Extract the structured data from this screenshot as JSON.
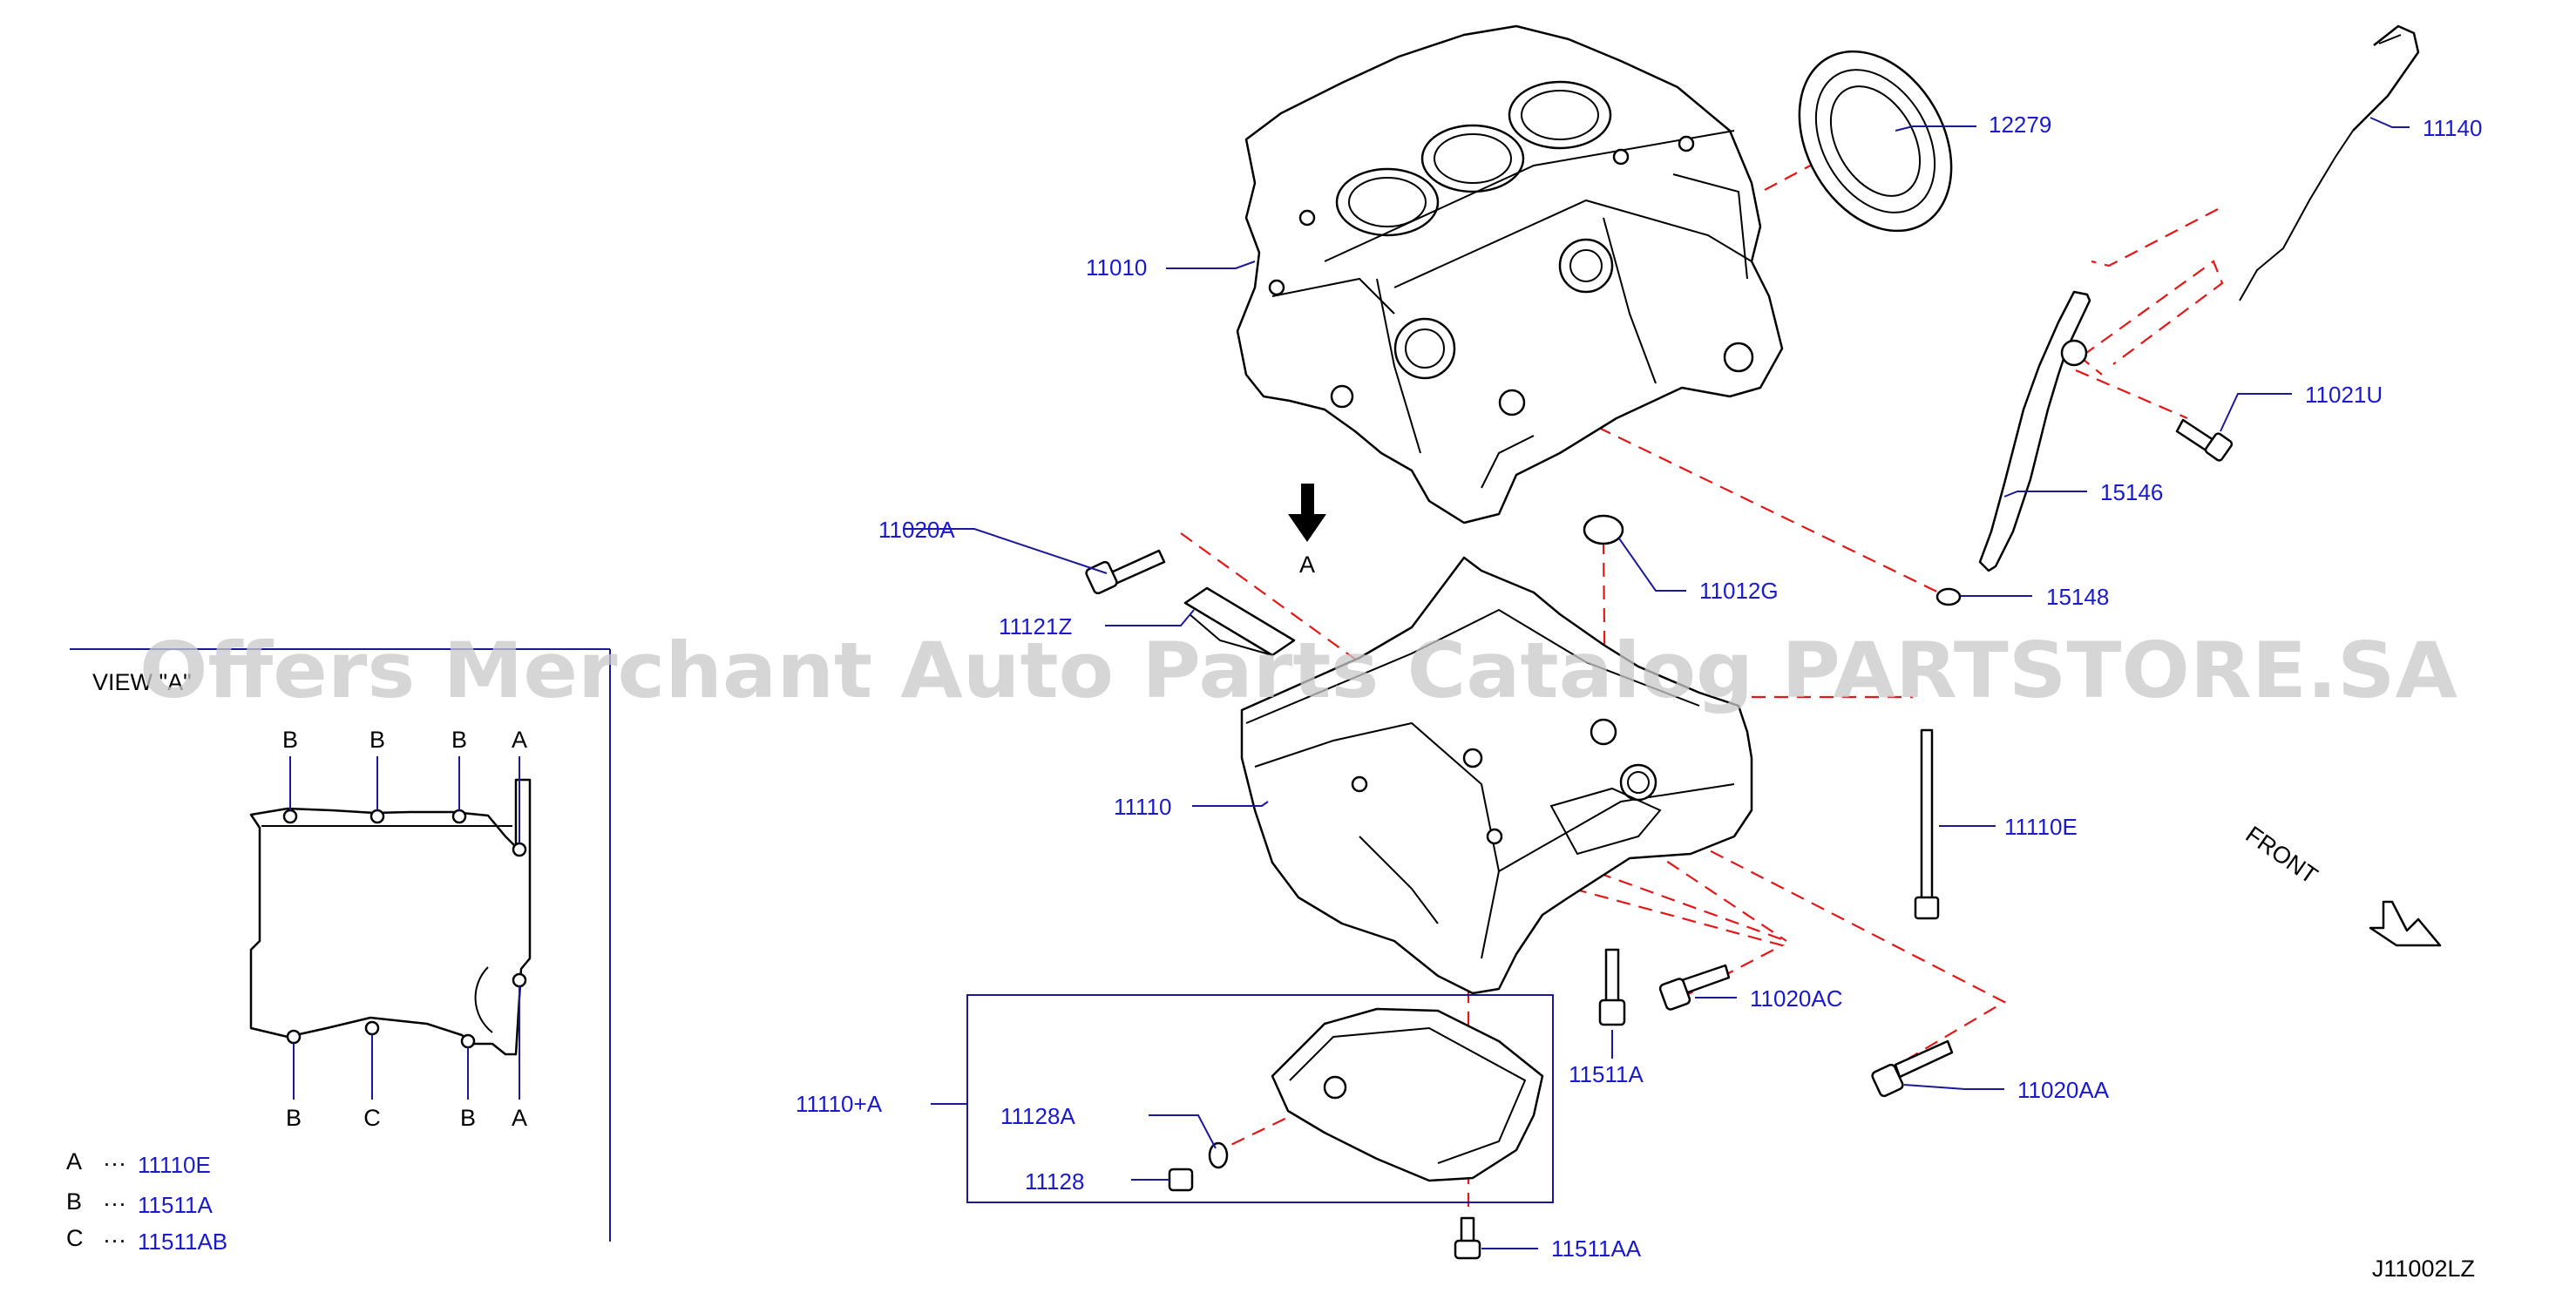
{
  "colors": {
    "label": "#1a1acc",
    "leader": "#1a1a99",
    "dashed_line": "#e01818",
    "ink": "#000000",
    "watermark": "#c9c9c9"
  },
  "watermark": "Offers Merchant Auto Parts Catalog PARTSTORE.SA",
  "view": {
    "title": "VIEW \"A\"",
    "top_marks": [
      "B",
      "B",
      "B",
      "A"
    ],
    "bottom_marks": [
      "B",
      "C",
      "B",
      "A"
    ],
    "legend": [
      {
        "key": "A",
        "sep": "···",
        "part": "11110E"
      },
      {
        "key": "B",
        "sep": "···",
        "part": "11511A"
      },
      {
        "key": "C",
        "sep": "···",
        "part": "11511AB"
      }
    ]
  },
  "arrow_label": "A",
  "front_label": "FRONT",
  "diagram_code": "J11002LZ",
  "parts": {
    "p12279": "12279",
    "p11140": "11140",
    "p11010": "11010",
    "p11021U": "11021U",
    "p15146": "15146",
    "p11020A": "11020A",
    "p11012G": "11012G",
    "p15148": "15148",
    "p11121Z": "11121Z",
    "p11110": "11110",
    "p11110E": "11110E",
    "p11020AC": "11020AC",
    "p11511A": "11511A",
    "p11020AA": "11020AA",
    "p11110A": "11110+A",
    "p11128A": "11128A",
    "p11128": "11128",
    "p11511AA": "11511AA"
  }
}
